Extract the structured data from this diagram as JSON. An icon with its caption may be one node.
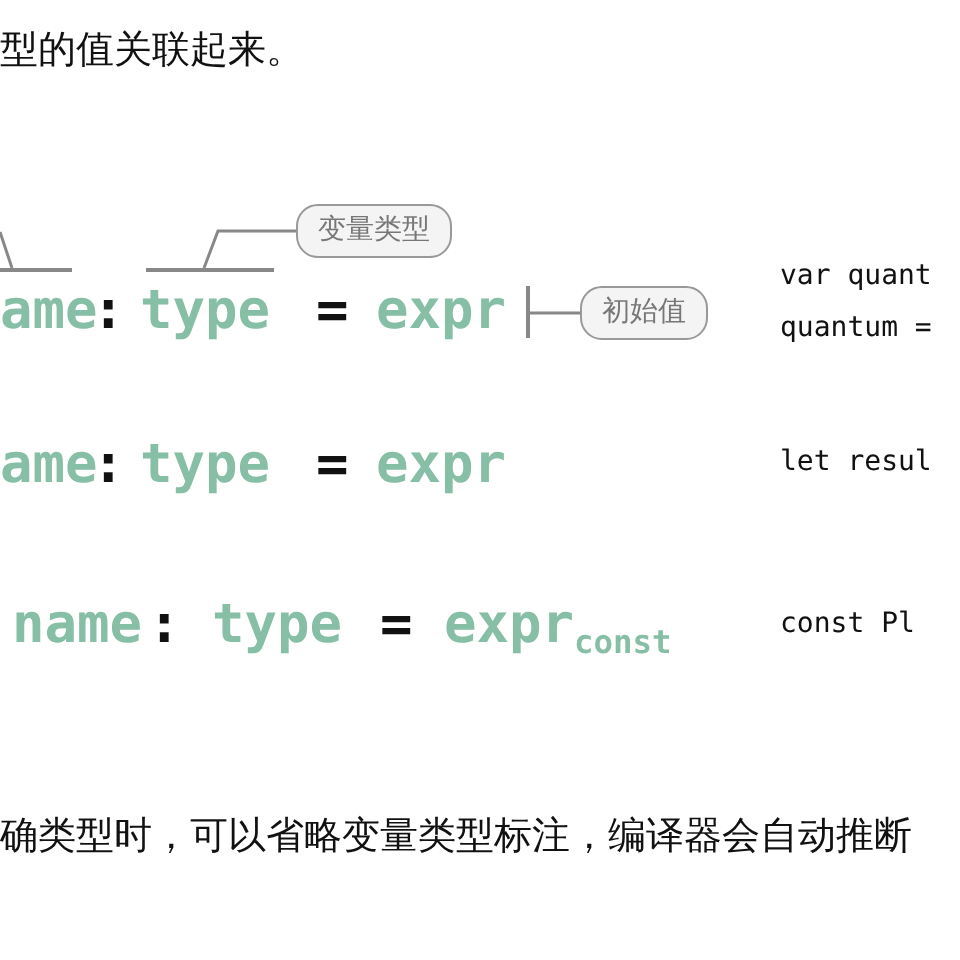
{
  "diagram": {
    "nodes": [
      {
        "text": [
          "变量类型"
        ]
      },
      {
        "text": [],
        "shape": "bar"
      },
      {
        "text": [
          "初始值"
        ]
      },
      {
        "text": [],
        "shape": "bar"
      },
      {
        "text": [],
        "shape": "bar"
      }
    ],
    "edges": [
      {
        "from": 0,
        "to": 1,
        "arrow": "none"
      },
      {
        "from": 2,
        "to": 3,
        "arrow": "none"
      },
      {
        "from": null,
        "to": 4,
        "arrow": "none"
      }
    ],
    "labels": [
      "型的值关联起来。",
      "ame",
      ":",
      "type",
      "=",
      "expr",
      "var quant",
      "quantum =",
      "ame",
      ":",
      "type",
      "=",
      "expr",
      "let resul",
      "name",
      ":",
      "type",
      "=",
      "expr$_{const}$",
      "const Pl",
      "确类型时，可以省略变量类型标注，编译器会自动推断"
    ]
  }
}
